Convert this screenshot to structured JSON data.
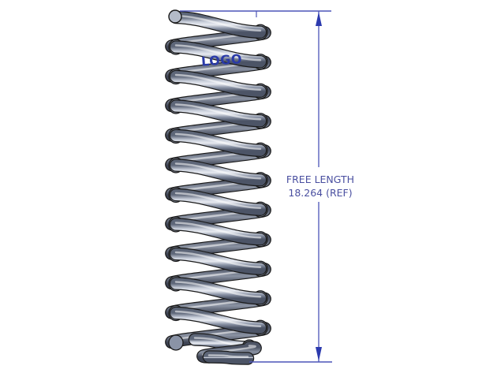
{
  "drawing": {
    "subject": "coil spring",
    "logo_label": "LOGO",
    "dimension": {
      "label": "FREE LENGTH",
      "value": "18.264 (REF)"
    },
    "colors": {
      "dimension_line": "#4c55b8",
      "dimension_text": "#4a4fa0",
      "logo": "#2a3aa8",
      "spring_steel": "#9aa3b5",
      "spring_outline": "#1a1a1a"
    },
    "coil_count": 12
  }
}
